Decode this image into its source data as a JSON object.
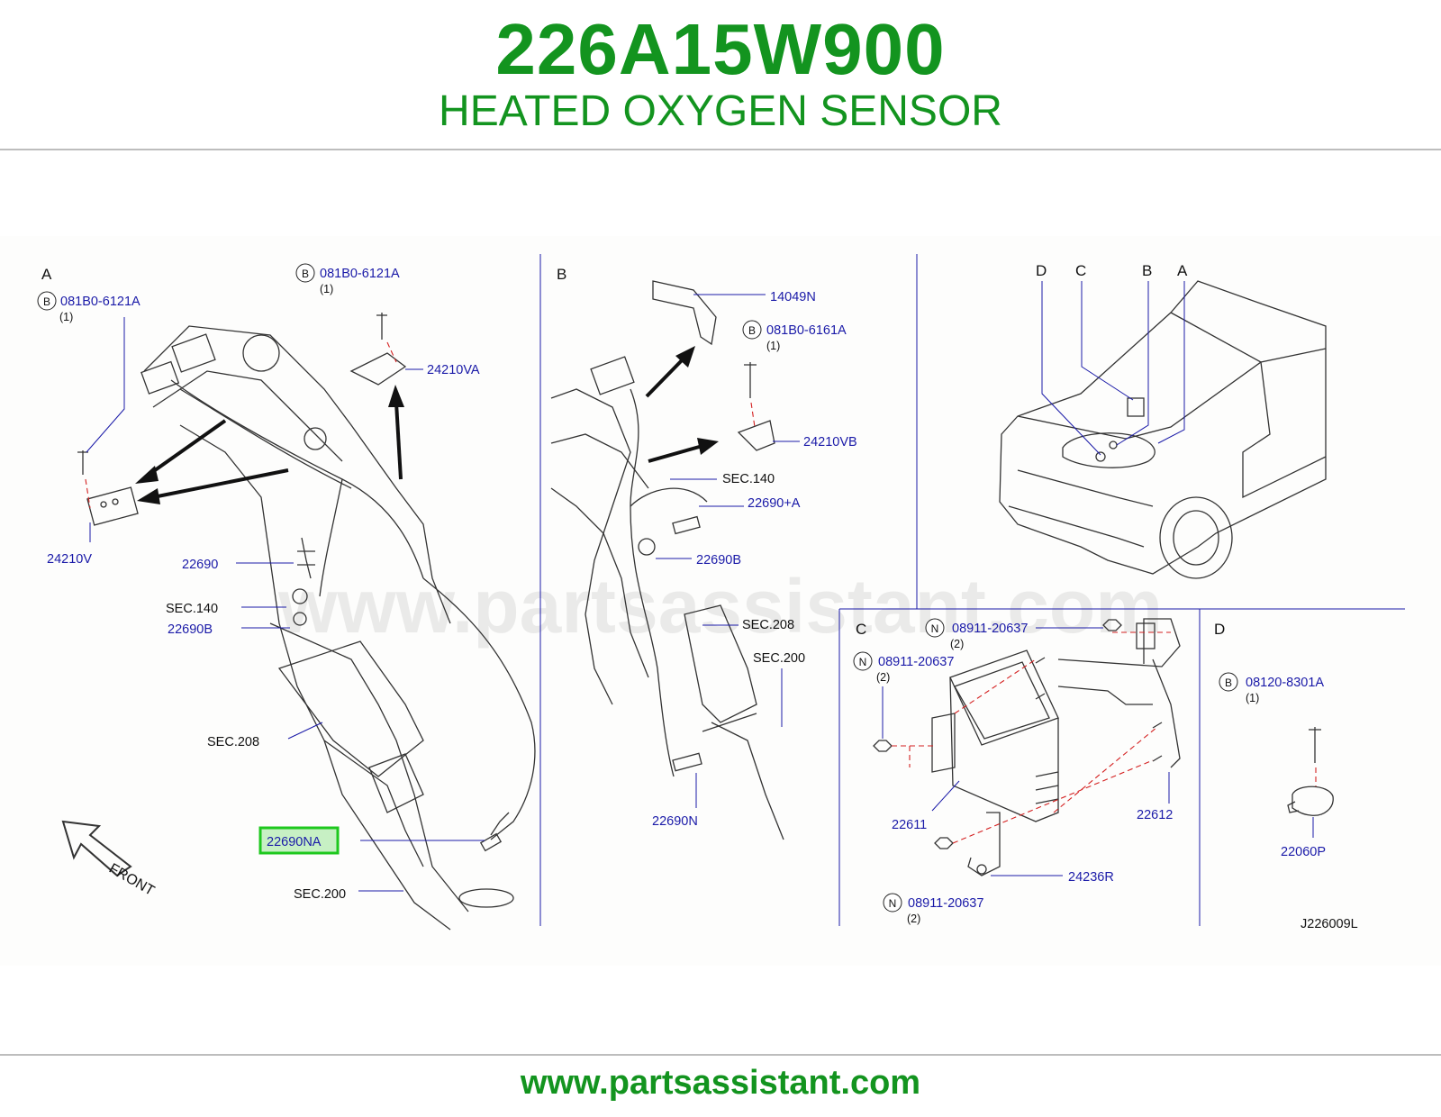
{
  "header": {
    "part_number": "226A15W900",
    "part_name": "HEATED OXYGEN SENSOR"
  },
  "footer": {
    "url": "www.partsassistant.com"
  },
  "watermark": "www.partsassistant.com",
  "colors": {
    "brand_green": "#13941f",
    "label_blue": "#1a1aa8",
    "highlight_green": "#1ec81e",
    "dash_red": "#d42020"
  },
  "diagram": {
    "panel_a": {
      "letter": "A",
      "callouts": [
        {
          "badge": "B",
          "text": "081B0-6121A",
          "qty": "(1)"
        },
        {
          "badge": "B",
          "text": "081B0-6121A",
          "qty": "(1)"
        }
      ],
      "labels": [
        "24210VA",
        "24210V",
        "22690",
        "SEC.140",
        "22690B",
        "SEC.208",
        "SEC.200",
        "FRONT"
      ],
      "highlighted_part": "22690NA"
    },
    "panel_b": {
      "letter": "B",
      "callouts": [
        {
          "badge": "B",
          "text": "081B0-6161A",
          "qty": "(1)"
        }
      ],
      "labels": [
        "14049N",
        "24210VB",
        "SEC.140",
        "22690+A",
        "22690B",
        "SEC.208",
        "SEC.200",
        "22690N"
      ]
    },
    "panel_car": {
      "letters": [
        "D",
        "C",
        "B",
        "A"
      ]
    },
    "panel_c": {
      "letter": "C",
      "callouts": [
        {
          "badge": "N",
          "text": "08911-20637",
          "qty": "(2)"
        },
        {
          "badge": "N",
          "text": "08911-20637",
          "qty": "(2)"
        },
        {
          "badge": "N",
          "text": "08911-20637",
          "qty": "(2)"
        }
      ],
      "labels": [
        "22611",
        "22612",
        "24236R"
      ]
    },
    "panel_d": {
      "letter": "D",
      "callouts": [
        {
          "badge": "B",
          "text": "08120-8301A",
          "qty": "(1)"
        }
      ],
      "labels": [
        "22060P"
      ]
    },
    "drawing_code": "J226009L"
  }
}
